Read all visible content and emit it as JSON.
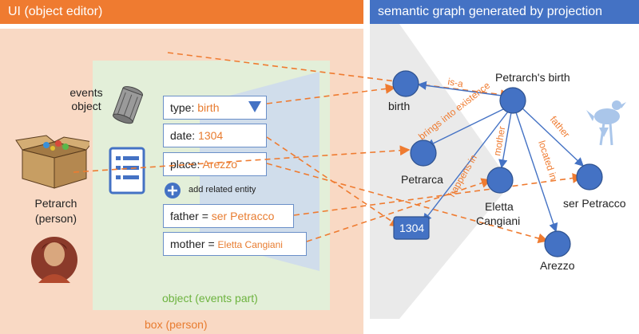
{
  "header": {
    "left_title": "UI (object editor)",
    "right_title": "semantic graph generated by projection"
  },
  "ui": {
    "events_object_label_line1": "events",
    "events_object_label_line2": "object",
    "person_label_line1": "Petrarch",
    "person_label_line2": "(person)",
    "object_part_label": "object (events part)",
    "box_label": "box (person)",
    "add_related_label": "add related entity",
    "fields": {
      "type_key": "type:",
      "type_value": "birth",
      "date_key": "date:",
      "date_value": "1304",
      "place_key": "place:",
      "place_value": "Arezzo",
      "father_key": "father =",
      "father_value": "ser Petracco",
      "mother_key": "mother =",
      "mother_value": "Eletta Cangiani"
    }
  },
  "graph": {
    "nodes": {
      "petrarchs_birth": "Petrarch's birth",
      "birth": "birth",
      "petrarca": "Petrarca",
      "eletta_line1": "Eletta",
      "eletta_line2": "Cangiani",
      "ser_petracco": "ser Petracco",
      "year": "1304",
      "arezzo": "Arezzo"
    },
    "edges": {
      "is_a": "is-a",
      "brings_into_existence": "brings into existence",
      "happens_in": "happens in",
      "mother": "mother",
      "located_in": "located in",
      "father": "father"
    }
  },
  "colors": {
    "orange": "#ef7b30",
    "blue": "#4472c4",
    "pink_bg": "#f9d9c4",
    "green_bg": "#e3efd9"
  }
}
